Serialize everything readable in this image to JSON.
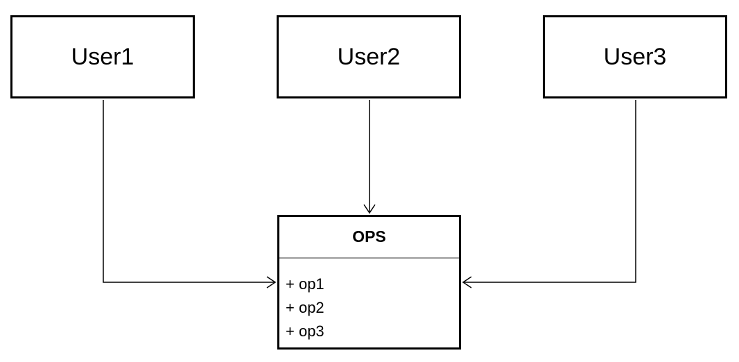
{
  "users": [
    {
      "label": "User1"
    },
    {
      "label": "User2"
    },
    {
      "label": "User3"
    }
  ],
  "ops_class": {
    "name": "OPS",
    "operations": [
      "+ op1",
      "+ op2",
      "+ op3"
    ]
  },
  "colors": {
    "stroke": "#000000",
    "divider": "#9a9a9a",
    "background": "#ffffff"
  }
}
